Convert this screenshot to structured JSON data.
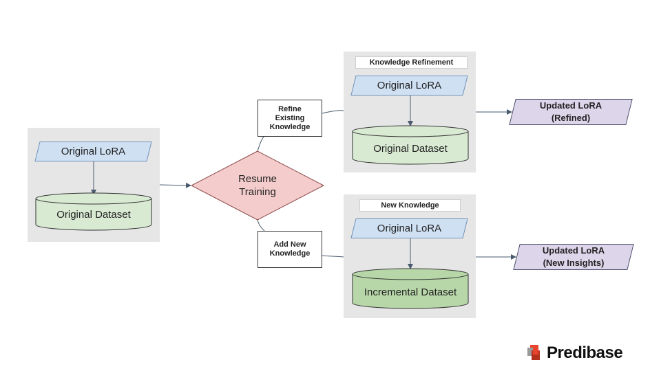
{
  "source_group": {
    "lora_label": "Original LoRA",
    "dataset_label": "Original Dataset"
  },
  "decision": {
    "label": "Resume\nTraining"
  },
  "refine_branch": {
    "edge_label": "Refine\nExisting\nKnowledge",
    "group_title": "Knowledge Refinement",
    "lora_label": "Original LoRA",
    "dataset_label": "Original Dataset",
    "output_label": "Updated LoRA\n(Refined)"
  },
  "new_branch": {
    "edge_label": "Add New\nKnowledge",
    "group_title": "New Knowledge",
    "lora_label": "Original LoRA",
    "dataset_label": "Incremental Dataset",
    "output_label": "Updated LoRA\n(New Insights)"
  },
  "brand": {
    "name": "Predibase",
    "logo_icon": "predibase-logo-icon",
    "logo_colors": [
      "#e8452c",
      "#b3301c",
      "#9a9a9a"
    ]
  },
  "colors": {
    "lora_fill": "#cfe0f3",
    "dataset_fill_light": "#d9ead3",
    "dataset_fill_incremental": "#b7d7a8",
    "decision_fill": "#f4cccc",
    "output_fill": "#ddd5ea",
    "group_fill": "#e6e6e6",
    "connector": "#4a5a6e"
  }
}
